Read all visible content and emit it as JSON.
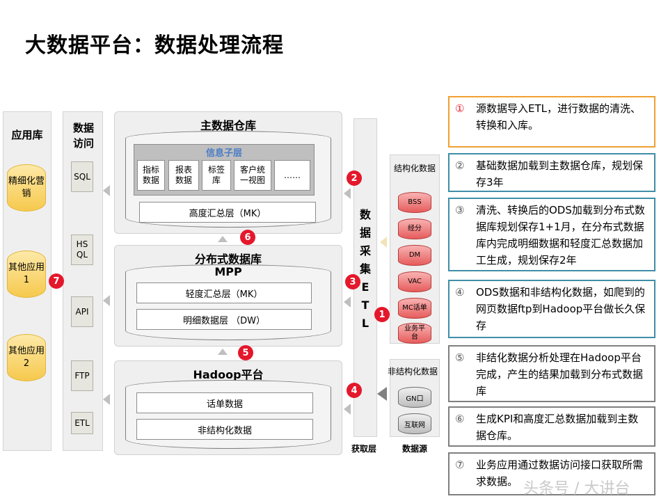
{
  "title": "大数据平台：数据处理流程",
  "app_column": {
    "header": "应用库",
    "apps": [
      "精细化营销",
      "其他应用1",
      "其他应用2"
    ]
  },
  "access_column": {
    "header": "数据访问",
    "interfaces": [
      "SQL",
      "HSQL",
      "API",
      "FTP",
      "ETL"
    ]
  },
  "main_warehouse": {
    "title": "主数据仓库",
    "info_layer": "信息子层",
    "sub_boxes": [
      "指标数据",
      "报表数据",
      "标签库",
      "客户统一视图",
      "……"
    ],
    "summary": "高度汇总层（MK）"
  },
  "distributed_db": {
    "title": "分布式数据库",
    "subtitle": "MPP",
    "layers": [
      "轻度汇总层（MK）",
      "明细数据层  （DW）"
    ]
  },
  "hadoop": {
    "title": "Hadoop平台",
    "layers": [
      "话单数据",
      "非结构化数据"
    ]
  },
  "etl_column": {
    "label_chars": [
      "数",
      "据",
      "采",
      "集",
      "E",
      "T",
      "L"
    ],
    "footer": "获取层"
  },
  "sources": {
    "structured_title": "结构化数据",
    "structured": [
      "BSS",
      "经分",
      "DM",
      "VAC",
      "MC话单",
      "业务平台"
    ],
    "unstructured_title": "非结构化数据",
    "unstructured": [
      "GN口",
      "互联网"
    ],
    "footer": "数据源"
  },
  "markers": [
    "1",
    "2",
    "3",
    "4",
    "5",
    "6",
    "7"
  ],
  "steps": [
    {
      "num": "①",
      "text": "源数据导入ETL，进行数据的清洗、转换和入库。",
      "border": "#f0a030"
    },
    {
      "num": "②",
      "text": "基础数据加载到主数据仓库，规划保存3年",
      "border": "#3f8ea7"
    },
    {
      "num": "③",
      "text": "清洗、转换后的ODS加载到分布式数据库规划保存1+1月，在分布式数据库内完成明细数据和轻度汇总数据加工生成，规划保存2年",
      "border": "#3f8ea7"
    },
    {
      "num": "④",
      "text": "ODS数据和非结构化数据，如爬到的网页数据ftp到Hadoop平台做长久保存",
      "border": "#3f8ea7"
    },
    {
      "num": "⑤",
      "text": "非结化数据分析处理在Hadoop平台完成，产生的结果加载到分布式数据库",
      "border": "#7f7f7f"
    },
    {
      "num": "⑥",
      "text": "生成KPI和高度汇总数据加载到主数据仓库。",
      "border": "#7f7f7f"
    },
    {
      "num": "⑦",
      "text": "业务应用通过数据访问接口获取所需求数据。",
      "border": "#7f7f7f"
    }
  ],
  "watermark": "头条号 / 大讲台"
}
